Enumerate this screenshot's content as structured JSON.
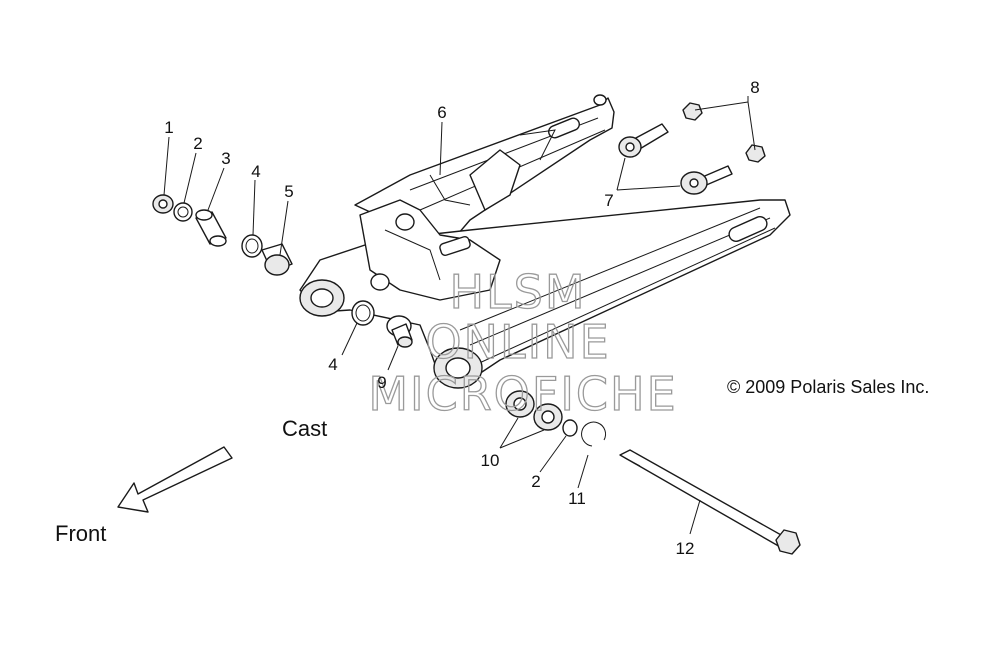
{
  "labels": {
    "n1": "1",
    "n2a": "2",
    "n3": "3",
    "n4a": "4",
    "n5": "5",
    "n6": "6",
    "n7": "7",
    "n8": "8",
    "n4b": "4",
    "n9": "9",
    "n10": "10",
    "n2b": "2",
    "n11": "11",
    "n12": "12"
  },
  "text": {
    "cast": "Cast",
    "front": "Front",
    "copyright": "© 2009 Polaris Sales Inc."
  },
  "watermark": {
    "line1": "HLSM",
    "line2": "ONLINE",
    "line3": "MICROFICHE"
  }
}
